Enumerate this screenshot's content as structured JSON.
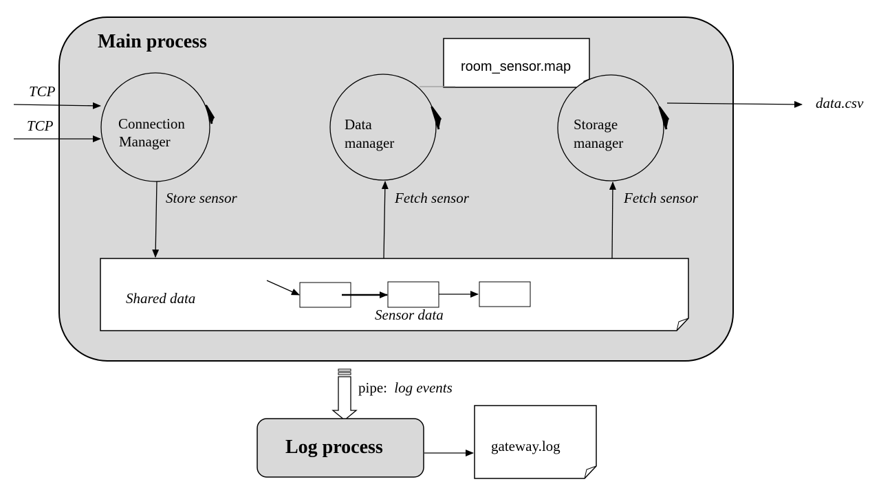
{
  "main_process": {
    "title": "Main process"
  },
  "inputs": {
    "tcp_1": "TCP",
    "tcp_2": "TCP"
  },
  "connection_manager": {
    "line1": "Connection",
    "line2": "Manager",
    "store_label": "Store sensor"
  },
  "data_manager": {
    "line1": "Data",
    "line2": "manager",
    "fetch_label": "Fetch sensor",
    "map_file": "room_sensor.map"
  },
  "storage_manager": {
    "line1": "Storage",
    "line2": "manager",
    "fetch_label": "Fetch sensor",
    "output_file": "data.csv"
  },
  "shared_data": {
    "label": "Shared data",
    "sensor_data_label": "Sensor data"
  },
  "pipe": {
    "prefix": "pipe:",
    "label": "log events"
  },
  "log_process": {
    "title": "Log process",
    "output_file": "gateway.log"
  },
  "colors": {
    "process_fill": "#d9d9d9",
    "stroke": "#000000",
    "file_fill": "#ffffff"
  }
}
